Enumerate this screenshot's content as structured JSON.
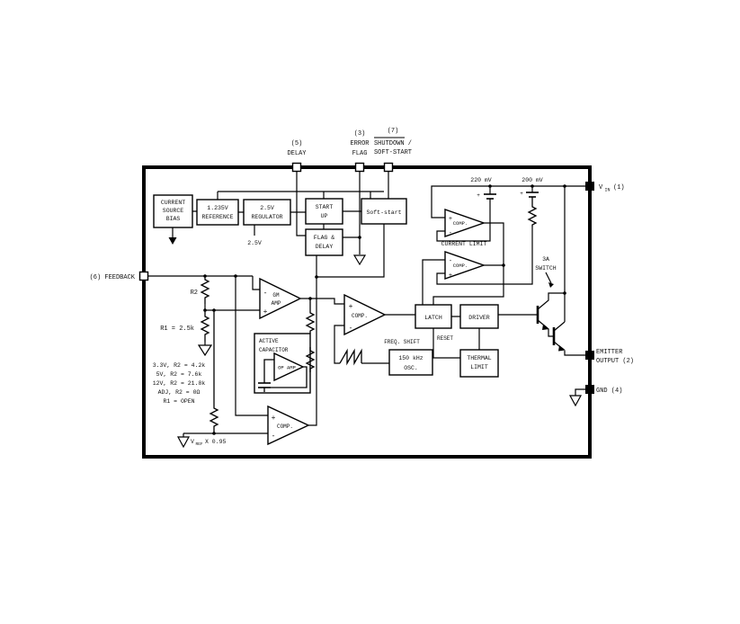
{
  "pins": {
    "delay": {
      "num": "(5)",
      "name": "DELAY"
    },
    "error_flag": {
      "num": "(3)",
      "name1": "ERROR",
      "name2": "FLAG"
    },
    "shutdown": {
      "num": "(7)",
      "name1": "SHUTDOWN /",
      "name2": "SOFT-START"
    },
    "vin": {
      "v": "V",
      "sub": "IN",
      "num": "(1)"
    },
    "feedback": {
      "label": "(6) FEEDBACK"
    },
    "emitter": {
      "name1": "EMITTER",
      "name2": "OUTPUT (2)"
    },
    "gnd": {
      "label": "GND (4)"
    }
  },
  "blocks": {
    "current_source_bias": [
      "CURRENT",
      "SOURCE",
      "BIAS"
    ],
    "reference": [
      "1.235V",
      "REFERENCE"
    ],
    "regulator": [
      "2.5V",
      "REGULATOR"
    ],
    "start_up": [
      "START",
      "UP"
    ],
    "soft_start": "Soft-start",
    "flag_delay": [
      "FLAG &",
      "DELAY"
    ],
    "gm_amp": [
      "GM",
      "AMP"
    ],
    "comp_main": "COMP.",
    "active_capacitor": [
      "ACTIVE",
      "CAPACITOR"
    ],
    "op_amp": "OP AMP",
    "osc": [
      "150 kHz",
      "OSC."
    ],
    "latch": "LATCH",
    "driver": "DRIVER",
    "thermal_limit": [
      "THERMAL",
      "LIMIT"
    ],
    "comp_cl_top": "COMP.",
    "comp_cl_bot": "COMP.",
    "comp_bottom": "COMP."
  },
  "labels": {
    "v25": "2.5V",
    "mv220": "220 mV",
    "mv200": "200 mV",
    "current_limit": "CURRENT LIMIT",
    "switch_3a": [
      "3A",
      "SWITCH"
    ],
    "freq_shift": "FREQ. SHIFT",
    "reset": "RESET",
    "r2": "R2",
    "r1": "R1 = 2.5k",
    "vref_v": "V",
    "vref_sub": "REF",
    "vref_rest": "X 0.95",
    "divider_table": [
      "3.3V, R2 = 4.2k",
      "5V, R2 = 7.6k",
      "12V, R2 = 21.8k",
      "ADJ, R2 = 0Ω",
      "R1 = OPEN"
    ],
    "plus": "+",
    "minus": "-"
  }
}
